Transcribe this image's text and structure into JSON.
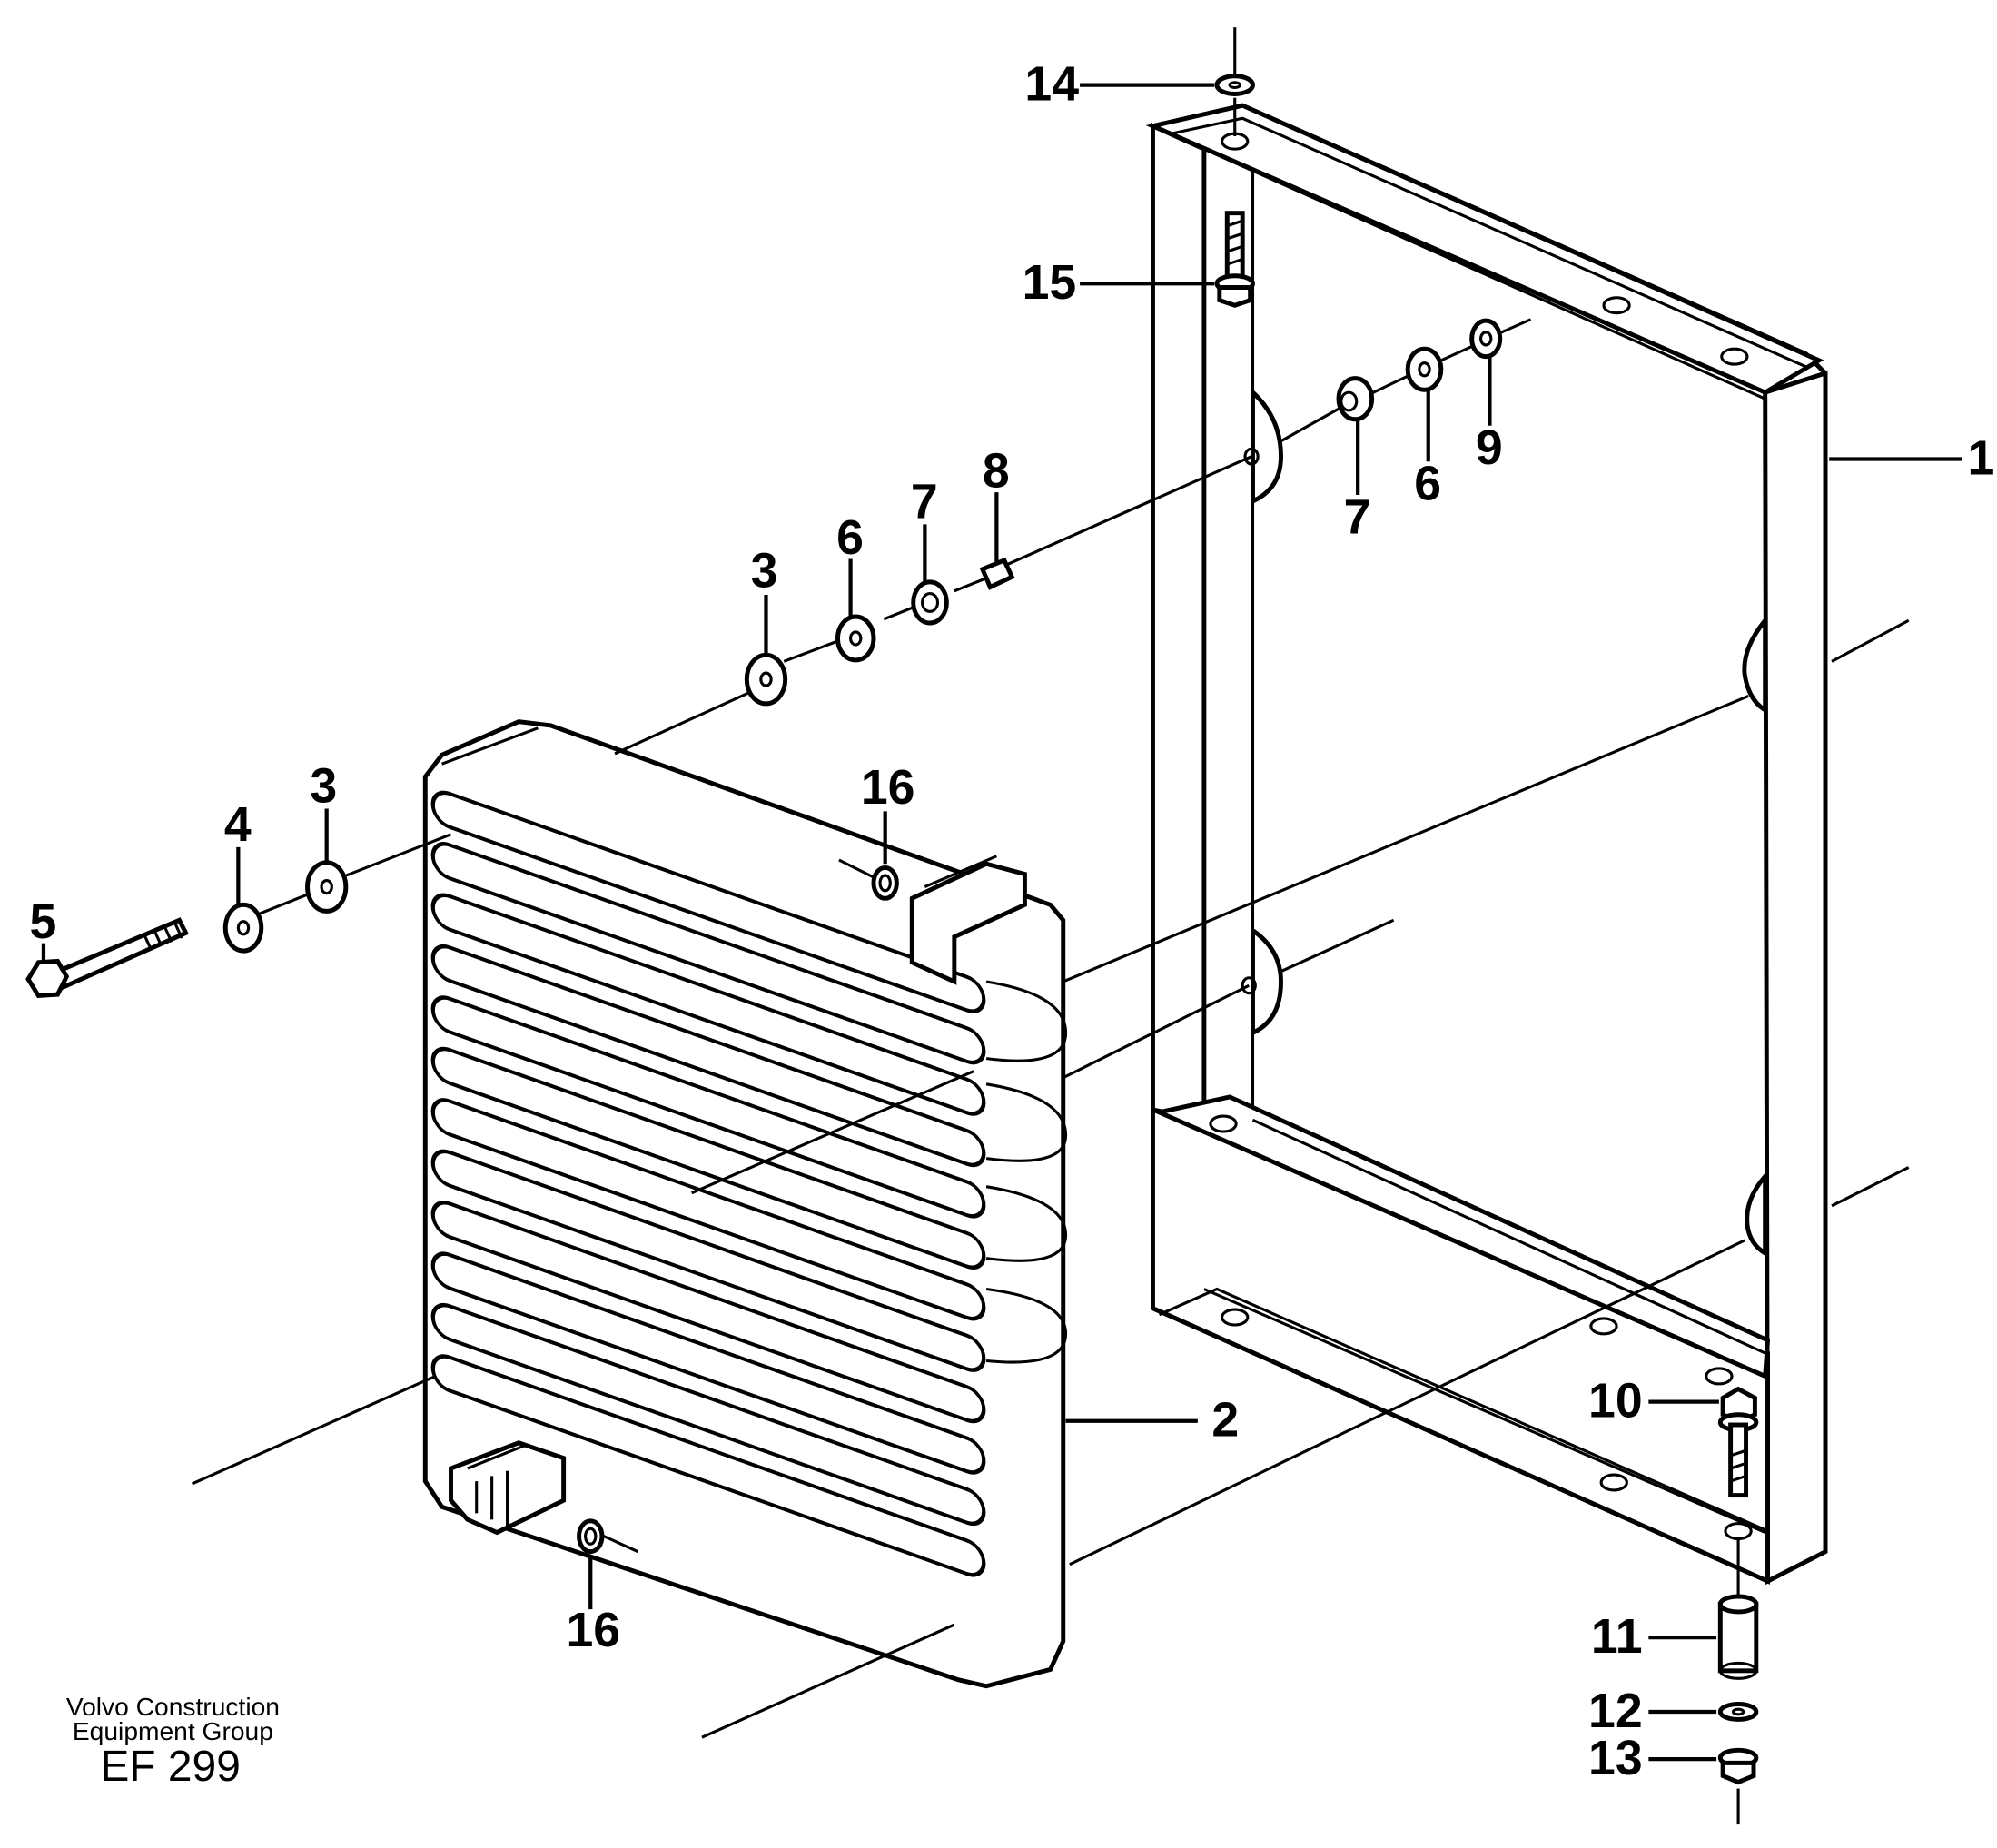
{
  "callouts": {
    "c1": "1",
    "c2": "2",
    "c3a": "3",
    "c3b": "3",
    "c4": "4",
    "c5": "5",
    "c6a": "6",
    "c6b": "6",
    "c7a": "7",
    "c7b": "7",
    "c8": "8",
    "c9": "9",
    "c10": "10",
    "c11": "11",
    "c12": "12",
    "c13": "13",
    "c14": "14",
    "c15": "15",
    "c16a": "16",
    "c16b": "16"
  },
  "footer": {
    "company_line1": "Volvo Construction",
    "company_line2": "Equipment Group",
    "figure_code": "EF 299"
  }
}
